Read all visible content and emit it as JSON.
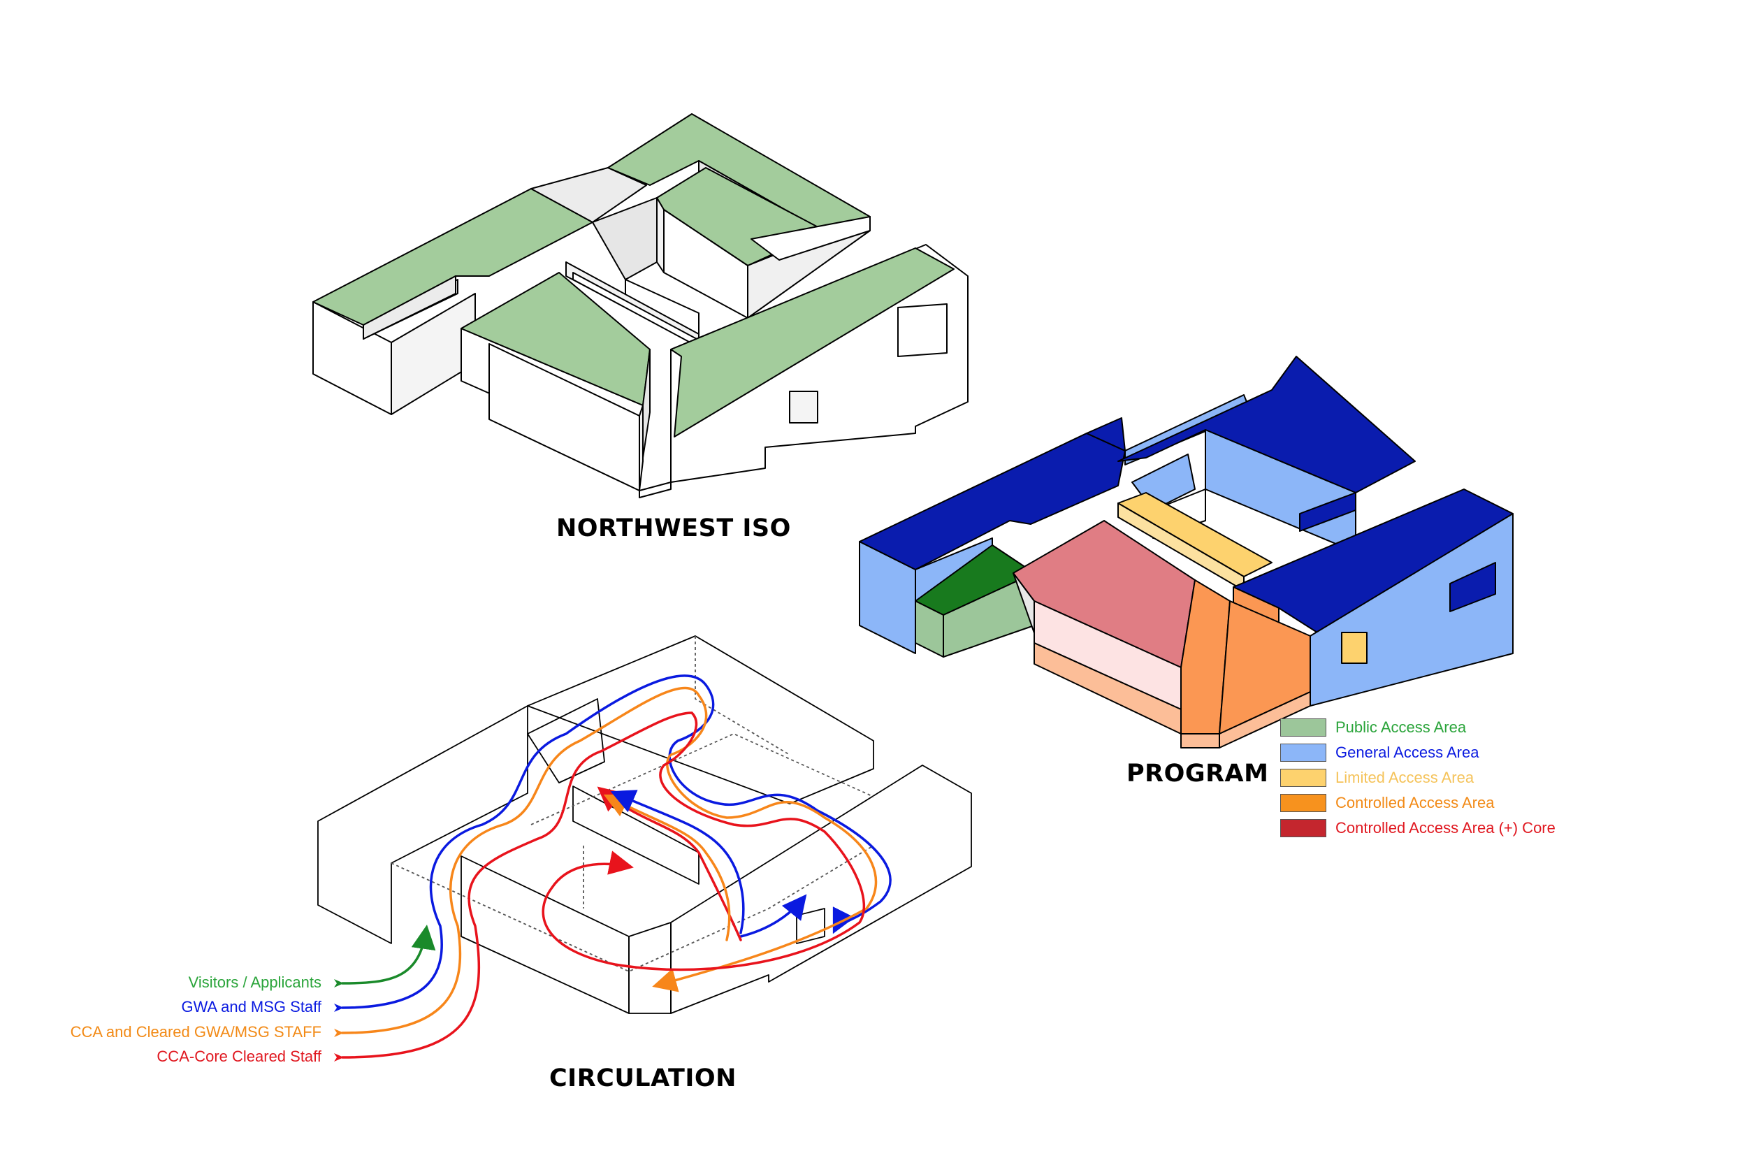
{
  "titles": {
    "northwest": "NORTHWEST ISO",
    "program": "PROGRAM",
    "circulation": "CIRCULATION"
  },
  "colors": {
    "roof_green": "#a3cc9c",
    "dark_blue": "#0a1cae",
    "light_blue": "#8cb6f8",
    "dark_green": "#187a1e",
    "pale_green": "#9cc69a",
    "pink": "#e07d84",
    "pale_pink": "#fde3e3",
    "peach": "#fcbe98",
    "orange": "#fb9753",
    "yellow": "#fdd26e",
    "flow_green": "#1a8a2a",
    "flow_blue": "#0a1ae0",
    "flow_orange": "#f7861a",
    "flow_red": "#e8131c"
  },
  "program_legend": [
    {
      "label": "Public Access Area",
      "swatch": "#9cc69a",
      "text_color": "#2aa43a"
    },
    {
      "label": "General Access Area",
      "swatch": "#8cb6f8",
      "text_color": "#0a1ae0"
    },
    {
      "label": "Limited Access Area",
      "swatch": "#fdd26e",
      "text_color": "#f5c35a"
    },
    {
      "label": "Controlled Access Area",
      "swatch": "#f7921e",
      "text_color": "#f28a16"
    },
    {
      "label": "Controlled Access Area (+) Core",
      "swatch": "#c4262e",
      "text_color": "#e01820"
    }
  ],
  "circulation_legend": [
    {
      "label": "Visitors / Applicants",
      "color": "#1a8a2a",
      "text_color": "#2aa43a"
    },
    {
      "label": "GWA and MSG Staff",
      "color": "#0a1ae0",
      "text_color": "#0a1ae0"
    },
    {
      "label": "CCA and Cleared GWA/MSG STAFF",
      "color": "#f7861a",
      "text_color": "#f28a16"
    },
    {
      "label": "CCA-Core Cleared Staff",
      "color": "#e8131c",
      "text_color": "#e01820"
    }
  ]
}
